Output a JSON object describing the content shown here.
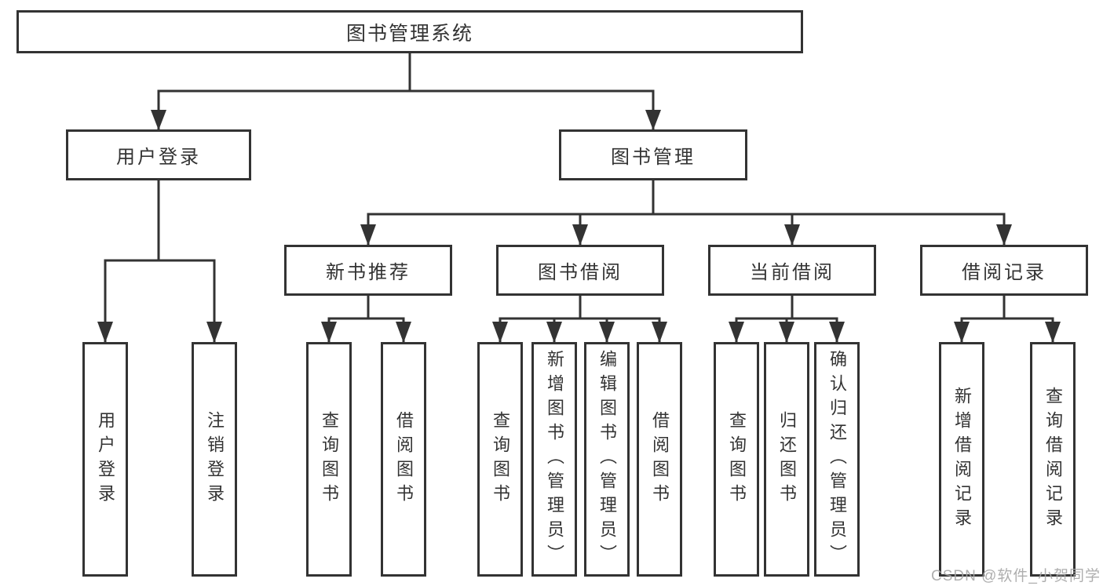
{
  "diagram_title": "图书管理系统",
  "tree": {
    "label": "图书管理系统",
    "children": [
      {
        "label": "用户登录",
        "children": [
          {
            "label": "用户登录"
          },
          {
            "label": "注销登录"
          }
        ]
      },
      {
        "label": "图书管理",
        "children": [
          {
            "label": "新书推荐",
            "children": [
              {
                "label": "查询图书"
              },
              {
                "label": "借阅图书"
              }
            ]
          },
          {
            "label": "图书借阅",
            "children": [
              {
                "label": "查询图书"
              },
              {
                "label": "新增图书（管理员）"
              },
              {
                "label": "编辑图书（管理员）"
              },
              {
                "label": "借阅图书"
              }
            ]
          },
          {
            "label": "当前借阅",
            "children": [
              {
                "label": "查询图书"
              },
              {
                "label": "归还图书"
              },
              {
                "label": "确认归还（管理员）"
              }
            ]
          },
          {
            "label": "借阅记录",
            "children": [
              {
                "label": "新增借阅记录"
              },
              {
                "label": "查询借阅记录"
              }
            ]
          }
        ]
      }
    ]
  },
  "watermark": "CSDN @软件_小贺同学",
  "colors": {
    "line": "#333333",
    "box_border": "#333333",
    "text": "#333333",
    "watermark": "#a6a6a6",
    "background": "#ffffff"
  }
}
